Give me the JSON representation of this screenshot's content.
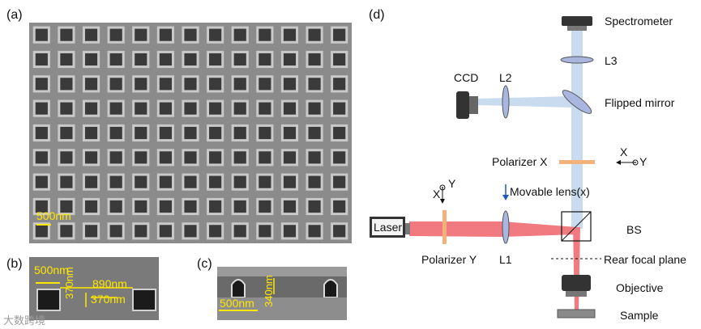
{
  "panels": {
    "a": "(a)",
    "b": "(b)",
    "c": "(c)",
    "d": "(d)"
  },
  "sem_a": {
    "scale_label": "500nm",
    "rows": 9,
    "cols": 13
  },
  "sem_b": {
    "scale_label": "500nm",
    "period": "890nm",
    "hole_width": "370nm",
    "hole_height": "370nm"
  },
  "sem_c": {
    "scale_label": "500nm",
    "depth": "340nm"
  },
  "watermark": "大数跨境",
  "setup": {
    "spectrometer": "Spectrometer",
    "l3": "L3",
    "ccd": "CCD",
    "l2": "L2",
    "flipped_mirror": "Flipped mirror",
    "polarizer_x": "Polarizer X",
    "axis_right": {
      "x": "X",
      "y": "Y"
    },
    "axis_left": {
      "x": "X",
      "y": "Y"
    },
    "movable_lens": "Movable lens(x)",
    "laser": "Laser",
    "l1": "L1",
    "bs": "BS",
    "polarizer_y": "Polarizer Y",
    "rear_focal_plane": "Rear focal plane",
    "objective": "Objective",
    "sample": "Sample"
  },
  "colors": {
    "beam_blue": "#c9dbee",
    "beam_red": "#f07a80",
    "polarizer": "#f2b27a",
    "lens": "#a9b7e0",
    "scale_yellow": "#ffe800"
  }
}
